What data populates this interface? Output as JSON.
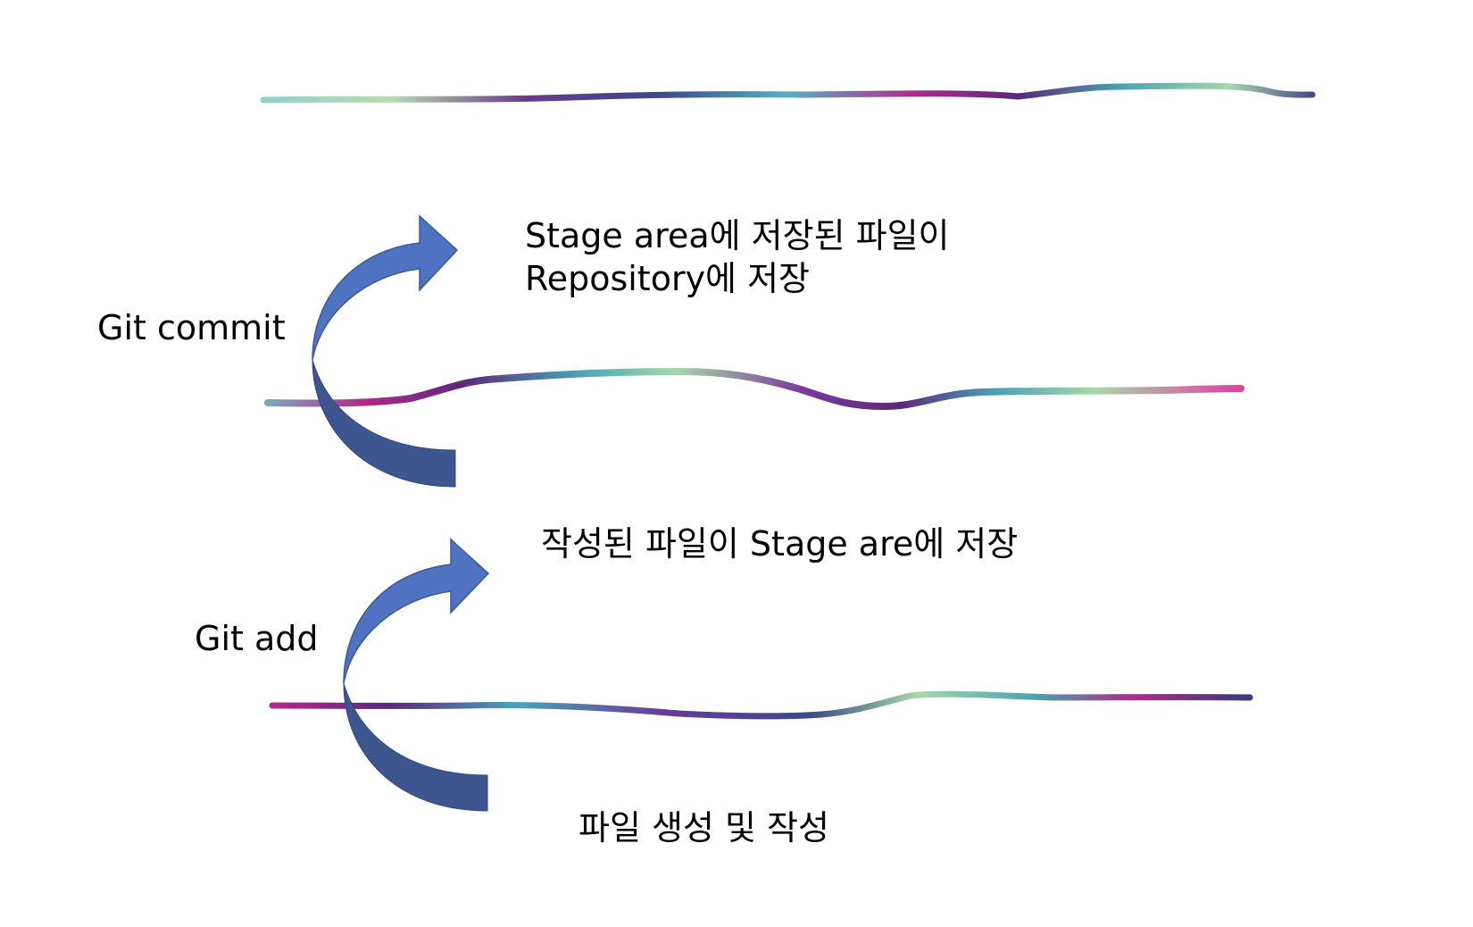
{
  "labels": {
    "commit": "Git commit",
    "add": "Git add"
  },
  "descriptions": {
    "repository_line1": "Stage area에 저장된 파일이",
    "repository_line2": "Repository에 저장",
    "stage": "작성된 파일이 Stage are에 저장",
    "create": "파일 생성 및 작성"
  },
  "colors": {
    "arrow_light": "#4f73c0",
    "arrow_dark": "#3e5690",
    "line_purple": "#7a2a8c",
    "line_teal": "#4aa3b5",
    "line_green": "#a6d8a8",
    "line_magenta": "#b02a8a",
    "line_navy": "#3a3a7a"
  }
}
